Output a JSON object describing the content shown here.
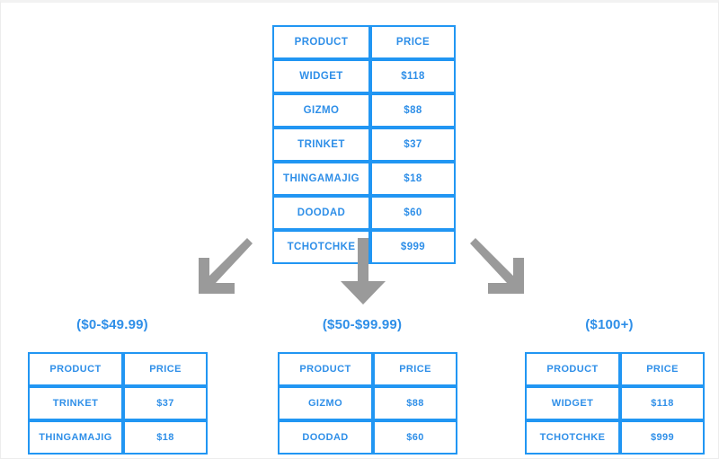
{
  "colors": {
    "table_border": "#2196f3",
    "text_blue": "#2f8fe8",
    "arrow_gray": "#9a9a9a",
    "background": "#ffffff"
  },
  "source_table": {
    "name": "products-price-list",
    "headers": [
      "PRODUCT",
      "PRICE"
    ],
    "rows": [
      [
        "WIDGET",
        "$118"
      ],
      [
        "GIZMO",
        "$88"
      ],
      [
        "TRINKET",
        "$37"
      ],
      [
        "THINGAMAJIG",
        "$18"
      ],
      [
        "DOODAD",
        "$60"
      ],
      [
        "TCHOTCHKE",
        "$999"
      ]
    ]
  },
  "arrows": [
    {
      "name": "arrow-down-left-icon",
      "direction": "down-left"
    },
    {
      "name": "arrow-down-icon",
      "direction": "down"
    },
    {
      "name": "arrow-down-right-icon",
      "direction": "down-right"
    }
  ],
  "buckets": [
    {
      "title": "($0-$49.99)",
      "headers": [
        "PRODUCT",
        "PRICE"
      ],
      "rows": [
        [
          "TRINKET",
          "$37"
        ],
        [
          "THINGAMAJIG",
          "$18"
        ]
      ]
    },
    {
      "title": "($50-$99.99)",
      "headers": [
        "PRODUCT",
        "PRICE"
      ],
      "rows": [
        [
          "GIZMO",
          "$88"
        ],
        [
          "DOODAD",
          "$60"
        ]
      ]
    },
    {
      "title": "($100+)",
      "headers": [
        "PRODUCT",
        "PRICE"
      ],
      "rows": [
        [
          "WIDGET",
          "$118"
        ],
        [
          "TCHOTCHKE",
          "$999"
        ]
      ]
    }
  ]
}
